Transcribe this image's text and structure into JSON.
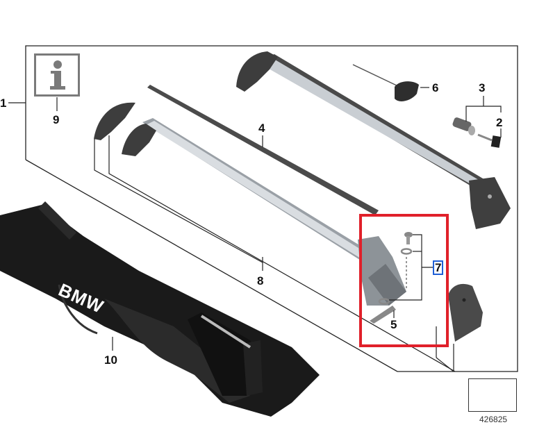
{
  "diagram": {
    "title": "BMW roof rack parts diagram",
    "reference_number": "426825",
    "highlight_color": "#e0202a",
    "selected_callout_color": "#1f5fd6",
    "bag_logo": "BMW",
    "callouts": [
      {
        "id": "1",
        "label": "1",
        "part": "roof-rack-assembly"
      },
      {
        "id": "2",
        "label": "2",
        "part": "key"
      },
      {
        "id": "3",
        "label": "3",
        "part": "lock-cylinder-set"
      },
      {
        "id": "4",
        "label": "4",
        "part": "rubber-strip"
      },
      {
        "id": "5",
        "label": "5",
        "part": "clamp-plate"
      },
      {
        "id": "6",
        "label": "6",
        "part": "torque-wrench"
      },
      {
        "id": "7",
        "label": "7",
        "part": "screw-and-washer-set",
        "selected": true
      },
      {
        "id": "8",
        "label": "8",
        "part": "end-cap-cover"
      },
      {
        "id": "9",
        "label": "9",
        "part": "info-note"
      },
      {
        "id": "10",
        "label": "10",
        "part": "storage-bag"
      }
    ]
  }
}
